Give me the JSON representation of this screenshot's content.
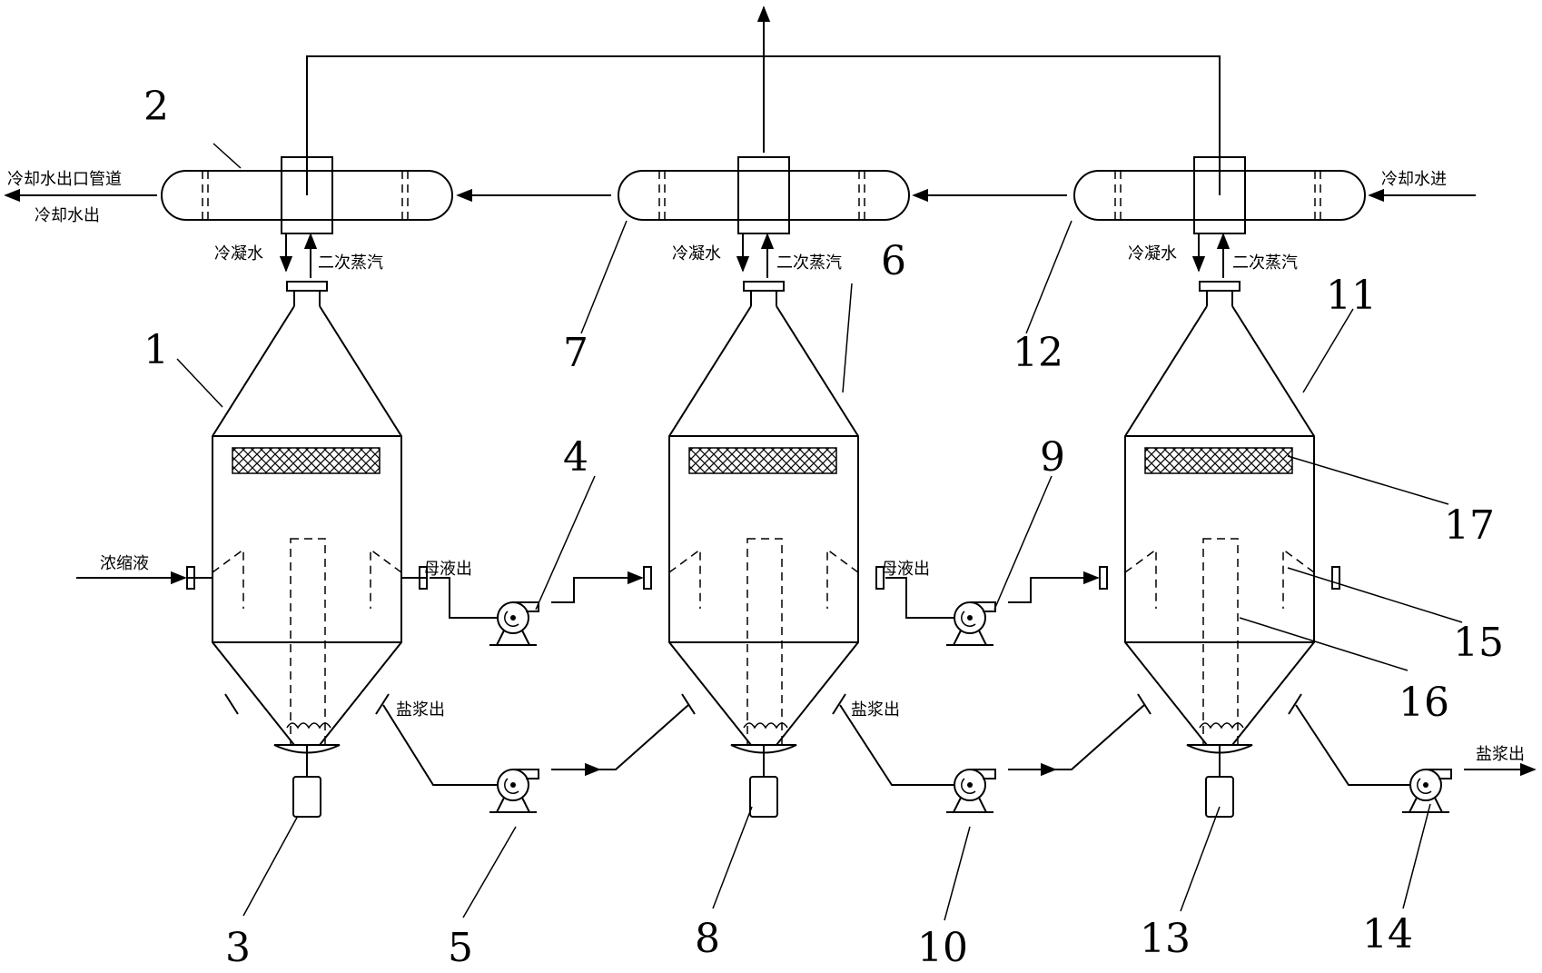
{
  "labels": {
    "cooling_water_outlet_pipe": "冷却水出口管道",
    "cooling_water_out": "冷却水出",
    "cooling_water_in": "冷却水进",
    "condensate": "冷凝水",
    "secondary_steam": "二次蒸汽",
    "concentrate": "浓缩液",
    "mother_liquor_out": "母液出",
    "salt_slurry_out": "盐浆出"
  },
  "numbers": {
    "n1": "1",
    "n2": "2",
    "n3": "3",
    "n4": "4",
    "n5": "5",
    "n6": "6",
    "n7": "7",
    "n8": "8",
    "n9": "9",
    "n10": "10",
    "n11": "11",
    "n12": "12",
    "n13": "13",
    "n14": "14",
    "n15": "15",
    "n16": "16",
    "n17": "17"
  }
}
